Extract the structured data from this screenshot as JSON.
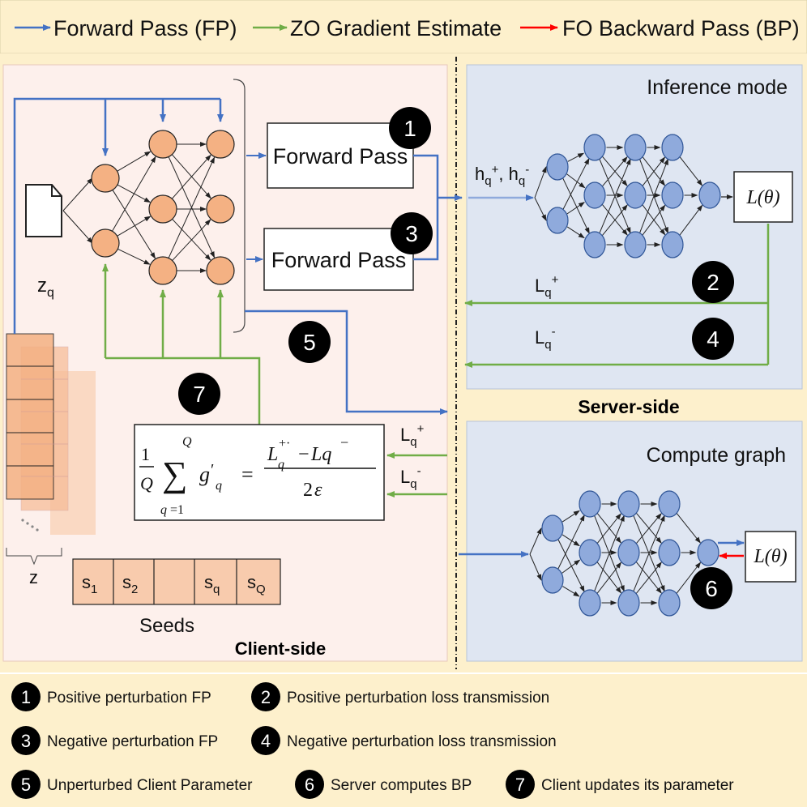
{
  "legend": {
    "forward_pass": "Forward Pass (FP)",
    "zo_gradient": "ZO Gradient Estimate",
    "fo_backward": "FO Backward Pass (BP)",
    "colors": {
      "forward": "#4472c4",
      "zo": "#70ad47",
      "backward": "#ff0000"
    }
  },
  "client": {
    "label": "Client-side",
    "label_color": "#e07b39",
    "forward_pass_box_1": "Forward Pass",
    "forward_pass_box_2": "Forward Pass",
    "zq_label": "z",
    "zq_sub": "q",
    "z_label": "z",
    "seeds_label": "Seeds",
    "seeds": [
      {
        "base": "s",
        "sub": "1"
      },
      {
        "base": "s",
        "sub": "2"
      },
      {
        "base": "",
        "sub": ""
      },
      {
        "base": "s",
        "sub": "q"
      },
      {
        "base": "s",
        "sub": "Q"
      }
    ],
    "lq_plus": {
      "base": "L",
      "sub": "q",
      "sup": "+"
    },
    "lq_minus": {
      "base": "L",
      "sub": "q",
      "sup": "-"
    },
    "formula_alt": "1/Q Σ_{q=1}^{Q} g'_q = (L_q^{+·} − Lq^{−}) / 2ε"
  },
  "server": {
    "label": "Server-side",
    "label_color": "#2f5597",
    "inference_title": "Inference mode",
    "compute_title": "Compute graph",
    "loss_label": "L(θ)",
    "h_input": "h",
    "lq_plus": {
      "base": "L",
      "sub": "q",
      "sup": "+"
    },
    "lq_minus": {
      "base": "L",
      "sub": "q",
      "sup": "-"
    }
  },
  "steps": [
    {
      "num": "1",
      "text": "Positive perturbation FP"
    },
    {
      "num": "2",
      "text": "Positive perturbation loss transmission"
    },
    {
      "num": "3",
      "text": "Negative perturbation FP"
    },
    {
      "num": "4",
      "text": "Negative perturbation loss transmission"
    },
    {
      "num": "5",
      "text": "Unperturbed Client Parameter"
    },
    {
      "num": "6",
      "text": "Server computes BP"
    },
    {
      "num": "7",
      "text": "Client updates its parameter"
    }
  ]
}
